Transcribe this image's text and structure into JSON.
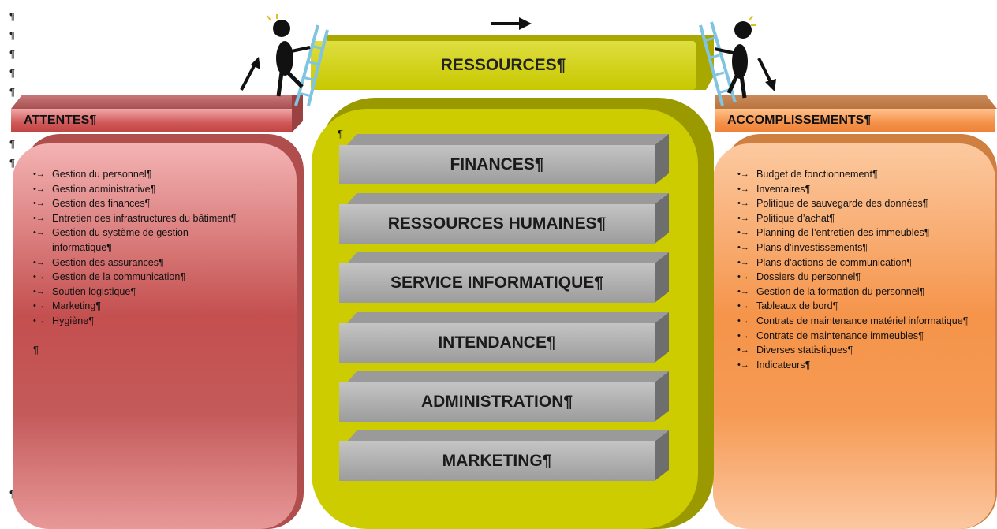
{
  "top_bar": {
    "label": "RESSOURCES¶"
  },
  "left": {
    "header": "ATTENTES¶",
    "items": [
      "Gestion du personnel¶",
      "Gestion administrative¶",
      "Gestion des finances¶",
      "Entretien des infrastructures du bâtiment¶",
      "Gestion du système de gestion informatique¶",
      "Gestion des assurances¶",
      "Gestion de la communication¶",
      "Soutien logistique¶",
      "Marketing¶",
      "Hygiène¶"
    ],
    "trailing": "¶"
  },
  "right": {
    "header": "ACCOMPLISSEMENTS¶",
    "items": [
      "Budget de fonctionnement¶",
      "Inventaires¶",
      "Politique de sauvegarde des données¶",
      "Politique d’achat¶",
      "Planning de l’entretien des immeubles¶",
      "Plans d’investissements¶",
      "Plans d’actions de communication¶",
      "Dossiers du personnel¶",
      "Gestion de la formation du personnel¶",
      "Tableaux de bord¶",
      "Contrats de maintenance matériel informatique¶",
      "Contrats de maintenance immeubles¶",
      "Diverses statistiques¶",
      "Indicateurs¶"
    ]
  },
  "center": {
    "pilcrow": "¶",
    "departments": [
      "FINANCES¶",
      "RESSOURCES HUMAINES¶",
      "SERVICE INFORMATIQUE¶",
      "INTENDANCE¶",
      "ADMINISTRATION¶",
      "MARKETING¶"
    ]
  },
  "margin_marks": [
    "¶",
    "¶",
    "¶",
    "¶",
    "¶",
    "¶",
    "¶",
    "¶"
  ],
  "icons": {
    "left_figure": "person-climbing-ladder-icon",
    "right_figure": "person-climbing-ladder-icon",
    "up_arrow": "arrow-up-right-icon",
    "top_arrow": "arrow-right-icon",
    "down_arrow": "arrow-down-right-icon"
  },
  "colors": {
    "attentes": "#c44f4f",
    "accomplissements": "#f5944a",
    "ressources": "#cccc00",
    "departments": "#b0b0b0"
  }
}
